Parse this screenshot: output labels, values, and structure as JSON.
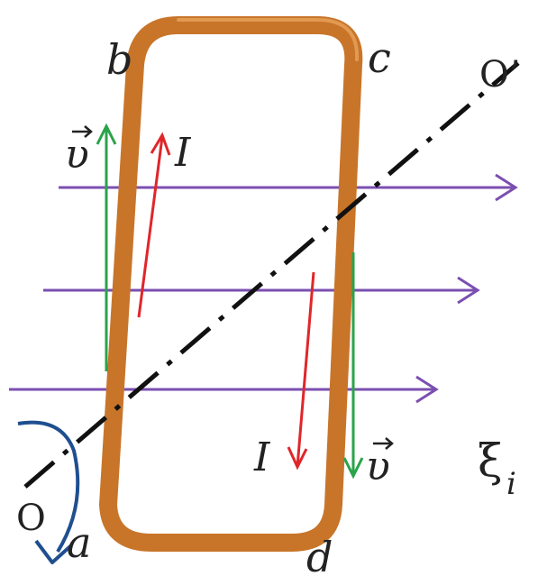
{
  "labels": {
    "b": "b",
    "c": "c",
    "a": "a",
    "d": "d",
    "o": "O",
    "o_prime": "O’",
    "current_top": "I",
    "current_bottom": "I",
    "velocity_left": "υ",
    "velocity_right": "υ",
    "emf_symbol": "ξ",
    "emf_subscript": "i"
  },
  "colors": {
    "loop": "#c8752a",
    "loop_highlight": "#e9a35a",
    "field_lines": "#7b4fb0",
    "current_arrows": "#e0262a",
    "velocity_arrows": "#2aa34a",
    "axis": "#111111",
    "rotation_arrow": "#1f4f8f",
    "text": "#222222"
  },
  "icons": {
    "rotation": "curved-rotation-arrow-icon",
    "vector_hat": "vector-arrow-icon"
  }
}
